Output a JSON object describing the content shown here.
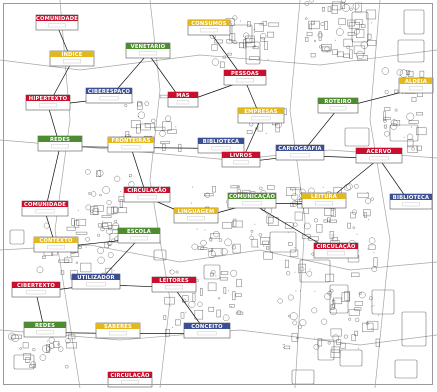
{
  "colors": {
    "map_lines": "#3a3a3a",
    "link_lines": "#111111",
    "box_fill": "#ffffff",
    "box_border": "#555555",
    "red": "#c8102e",
    "yellow": "#e3b81f",
    "green": "#4d8c2f",
    "blue": "#3a4f94"
  },
  "nodes": [
    {
      "id": "n1",
      "label": "COMUNIDADE",
      "color": "red"
    },
    {
      "id": "n2",
      "label": "INDICE",
      "color": "yellow"
    },
    {
      "id": "n3",
      "label": "CONSUMOS",
      "color": "yellow"
    },
    {
      "id": "n4",
      "label": "VENETARIO",
      "color": "green"
    },
    {
      "id": "n5",
      "label": "HIPERTEXTO",
      "color": "red"
    },
    {
      "id": "n6",
      "label": "CIBERESPAÇO",
      "color": "blue"
    },
    {
      "id": "n7",
      "label": "MAS",
      "color": "red"
    },
    {
      "id": "n8",
      "label": "PESSOAS",
      "color": "red"
    },
    {
      "id": "n9",
      "label": "ALDEIA",
      "color": "yellow"
    },
    {
      "id": "n10",
      "label": "EMPRESAS",
      "color": "yellow"
    },
    {
      "id": "n11",
      "label": "ROTEIRO",
      "color": "green"
    },
    {
      "id": "n12",
      "label": "REDES",
      "color": "green"
    },
    {
      "id": "n13",
      "label": "FRONTEIRAS",
      "color": "yellow"
    },
    {
      "id": "n14",
      "label": "BIBLIOTECA",
      "color": "blue"
    },
    {
      "id": "n15",
      "label": "LIVROS",
      "color": "red"
    },
    {
      "id": "n16",
      "label": "CARTOGRAFIA",
      "color": "blue"
    },
    {
      "id": "n17",
      "label": "ACERVO",
      "color": "red"
    },
    {
      "id": "n18",
      "label": "CIRCULAÇÃO",
      "color": "red"
    },
    {
      "id": "n19",
      "label": "LINGUAGEM",
      "color": "yellow"
    },
    {
      "id": "n20",
      "label": "COMUNIDADE",
      "color": "red"
    },
    {
      "id": "n21",
      "label": "COMUNICAÇÃO",
      "color": "green"
    },
    {
      "id": "n22",
      "label": "LEITURA",
      "color": "yellow"
    },
    {
      "id": "n23",
      "label": "BIBLIOTECA",
      "color": "blue"
    },
    {
      "id": "n24",
      "label": "CONTEXTO",
      "color": "yellow"
    },
    {
      "id": "n25",
      "label": "ESCOLA",
      "color": "green"
    },
    {
      "id": "n26",
      "label": "UTILIZADOR",
      "color": "blue"
    },
    {
      "id": "n27",
      "label": "CIRCULAÇÃO",
      "color": "red"
    },
    {
      "id": "n28",
      "label": "CIBERTEXTO",
      "color": "red"
    },
    {
      "id": "n29",
      "label": "LEITORES",
      "color": "red"
    },
    {
      "id": "n30",
      "label": "REDES",
      "color": "green"
    },
    {
      "id": "n31",
      "label": "SABERES",
      "color": "yellow"
    },
    {
      "id": "n32",
      "label": "CONCEITO",
      "color": "blue"
    },
    {
      "id": "n33",
      "label": "CIRCULAÇÃO",
      "color": "red"
    }
  ],
  "links": [
    [
      "n1",
      "n2"
    ],
    [
      "n2",
      "n5"
    ],
    [
      "n5",
      "n6"
    ],
    [
      "n6",
      "n4"
    ],
    [
      "n4",
      "n7"
    ],
    [
      "n7",
      "n8"
    ],
    [
      "n8",
      "n3"
    ],
    [
      "n5",
      "n12"
    ],
    [
      "n12",
      "n13"
    ],
    [
      "n13",
      "n14"
    ],
    [
      "n14",
      "n15"
    ],
    [
      "n15",
      "n10"
    ],
    [
      "n10",
      "n8"
    ],
    [
      "n15",
      "n16"
    ],
    [
      "n16",
      "n11"
    ],
    [
      "n11",
      "n9"
    ],
    [
      "n16",
      "n17"
    ],
    [
      "n17",
      "n23"
    ],
    [
      "n13",
      "n18"
    ],
    [
      "n18",
      "n19"
    ],
    [
      "n19",
      "n21"
    ],
    [
      "n21",
      "n22"
    ],
    [
      "n22",
      "n17"
    ],
    [
      "n20",
      "n24"
    ],
    [
      "n24",
      "n25"
    ],
    [
      "n25",
      "n26"
    ],
    [
      "n26",
      "n28"
    ],
    [
      "n26",
      "n29"
    ],
    [
      "n28",
      "n30"
    ],
    [
      "n30",
      "n31"
    ],
    [
      "n31",
      "n32"
    ],
    [
      "n29",
      "n32"
    ],
    [
      "n21",
      "n27"
    ],
    [
      "n20",
      "n12"
    ]
  ]
}
